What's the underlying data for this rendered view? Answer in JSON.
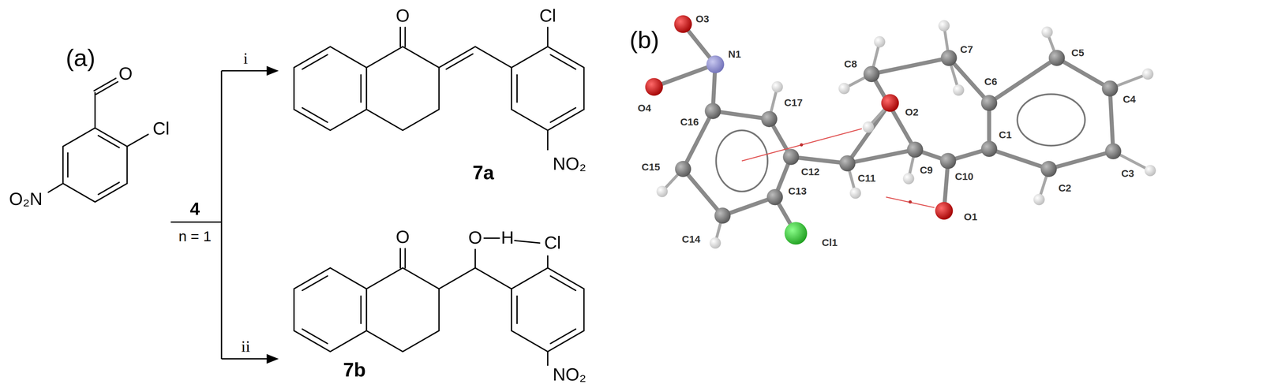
{
  "diagram": {
    "labels": [
      "(a)",
      "O",
      "Cl",
      "O₂N",
      "4",
      "n = 1",
      "i",
      "ii",
      "O",
      "Cl",
      "7a",
      "NO₂",
      "O",
      "O",
      "H",
      "Cl",
      "7b",
      "NO₂",
      "(b)",
      "O3",
      "N1",
      "O4",
      "C8",
      "C7",
      "C5",
      "C16",
      "C17",
      "O2",
      "C6",
      "C4",
      "C15",
      "C12",
      "C11",
      "C9",
      "C10",
      "C1",
      "C2",
      "C3",
      "C14",
      "C13",
      "O1",
      "Cl1"
    ]
  }
}
